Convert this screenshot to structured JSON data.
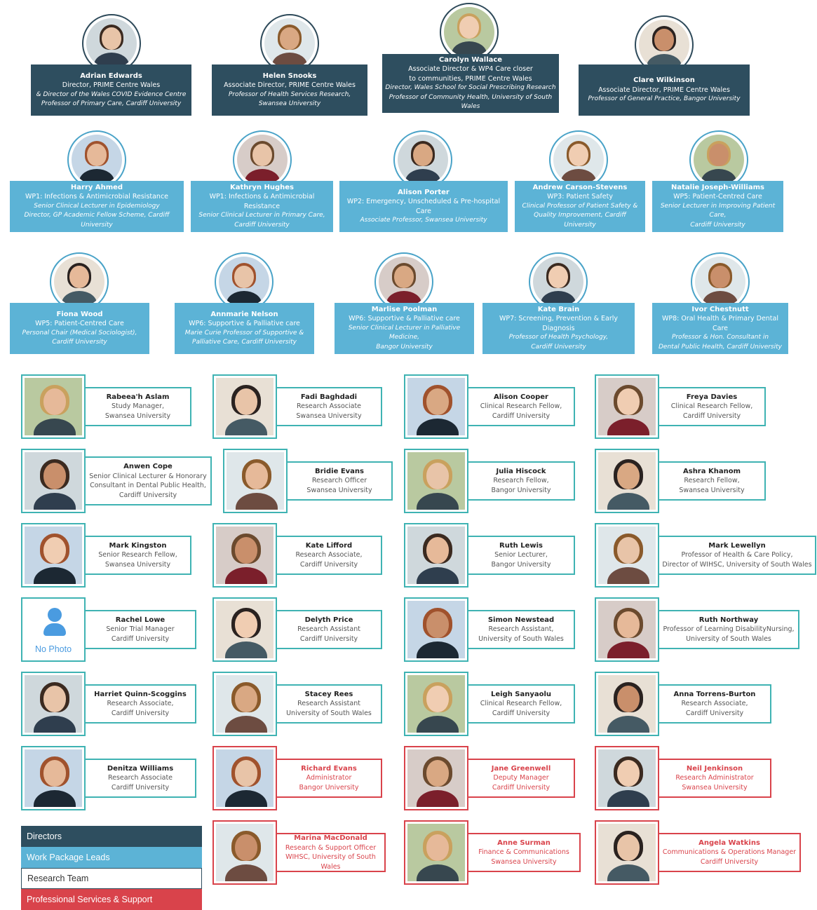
{
  "directors": [
    {
      "name": "Adrian Edwards",
      "lines": [
        "Director, PRIME Centre Wales"
      ],
      "italic": [
        "& Director of the Wales COVID Evidence Centre",
        "Professor of Primary Care, Cardiff University"
      ]
    },
    {
      "name": "Helen Snooks",
      "lines": [
        "Associate Director, PRIME Centre Wales"
      ],
      "italic": [
        "Professor of Health Services Research,",
        "Swansea University"
      ]
    },
    {
      "name": "Carolyn Wallace",
      "lines": [
        "Associate Director & WP4 Care closer",
        "to communities, PRIME Centre Wales"
      ],
      "italic": [
        "Director, Wales School for Social Prescribing Research",
        "Professor of Community Health, University of South Wales"
      ]
    },
    {
      "name": "Clare Wilkinson",
      "lines": [
        "Associate Director, PRIME Centre Wales"
      ],
      "italic": [
        "Professor of General Practice, Bangor University"
      ]
    }
  ],
  "wp_leads_row1": [
    {
      "name": "Harry Ahmed",
      "lines": [
        "WP1: Infections & Antimicrobial Resistance"
      ],
      "italic": [
        "Senior Clinical Lecturer in Epidemiology",
        "Director, GP Academic Fellow Scheme, Cardiff University"
      ]
    },
    {
      "name": "Kathryn Hughes",
      "lines": [
        "WP1: Infections & Antimicrobial Resistance"
      ],
      "italic": [
        "Senior Clinical Lecturer in Primary Care,",
        "Cardiff University"
      ]
    },
    {
      "name": "Alison Porter",
      "lines": [
        "WP2: Emergency, Unscheduled & Pre-hospital Care"
      ],
      "italic": [
        "Associate Professor, Swansea University"
      ]
    },
    {
      "name": "Andrew Carson-Stevens",
      "lines": [
        "WP3: Patient Safety"
      ],
      "italic": [
        "Clinical Professor of Patient Safety &",
        "Quality Improvement, Cardiff University"
      ]
    },
    {
      "name": "Natalie Joseph-Williams",
      "lines": [
        "WP5: Patient-Centred Care"
      ],
      "italic": [
        "Senior Lecturer in Improving Patient Care,",
        "Cardiff University"
      ]
    }
  ],
  "wp_leads_row2": [
    {
      "name": "Fiona Wood",
      "lines": [
        "WP5: Patient-Centred Care"
      ],
      "italic": [
        "Personal Chair (Medical Sociologist),",
        "Cardiff University"
      ]
    },
    {
      "name": "Annmarie Nelson",
      "lines": [
        "WP6: Supportive & Palliative care"
      ],
      "italic": [
        "Marie Curie Professor of Supportive &",
        "Palliative Care, Cardiff University"
      ]
    },
    {
      "name": "Marlise Poolman",
      "lines": [
        "WP6: Supportive & Palliative care"
      ],
      "italic": [
        "Senior Clinical Lecturer in Palliative Medicine,",
        "Bangor University"
      ]
    },
    {
      "name": "Kate Brain",
      "lines": [
        "WP7: Screening, Prevention & Early Diagnosis"
      ],
      "italic": [
        "Professor of Health Psychology,",
        "Cardiff University"
      ]
    },
    {
      "name": "Ivor Chestnutt",
      "lines": [
        "WP8: Oral Health & Primary Dental Care"
      ],
      "italic": [
        "Professor & Hon. Consultant in",
        "Dental Public Health, Cardiff University"
      ]
    }
  ],
  "team": [
    {
      "name": "Rabeea'h Aslam",
      "lines": [
        "Study Manager,",
        "Swansea University"
      ]
    },
    {
      "name": "Fadi Baghdadi",
      "lines": [
        "Research Associate",
        "Swansea University"
      ]
    },
    {
      "name": "Alison Cooper",
      "lines": [
        "Clinical Research Fellow,",
        "Cardiff University"
      ]
    },
    {
      "name": "Freya Davies",
      "lines": [
        "Clinical Research Fellow,",
        "Cardiff University"
      ]
    },
    {
      "name": "Anwen Cope",
      "lines": [
        "Senior Clinical Lecturer & Honorary",
        "Consultant in Dental Public Health,",
        "Cardiff University"
      ]
    },
    {
      "name": "Bridie Evans",
      "lines": [
        "Research Officer",
        "Swansea University"
      ]
    },
    {
      "name": "Julia Hiscock",
      "lines": [
        "Research Fellow,",
        "Bangor University"
      ]
    },
    {
      "name": "Ashra Khanom",
      "lines": [
        "Research Fellow,",
        "Swansea University"
      ]
    },
    {
      "name": "Mark Kingston",
      "lines": [
        "Senior Research Fellow,",
        "Swansea University"
      ]
    },
    {
      "name": "Kate Lifford",
      "lines": [
        "Research Associate,",
        "Cardiff University"
      ]
    },
    {
      "name": "Ruth Lewis",
      "lines": [
        "Senior Lecturer,",
        "Bangor University"
      ]
    },
    {
      "name": "Mark Lewellyn",
      "lines": [
        "Professor of Health & Care Policy,",
        "Director of WIHSC, University of South Wales"
      ]
    },
    {
      "name": "Rachel Lowe",
      "lines": [
        "Senior Trial Manager",
        "Cardiff University"
      ]
    },
    {
      "name": "Delyth Price",
      "lines": [
        "Research Assistant",
        "Cardiff University"
      ]
    },
    {
      "name": "Simon Newstead",
      "lines": [
        "Research Assistant,",
        "University of South Wales"
      ]
    },
    {
      "name": "Ruth Northway",
      "lines": [
        "Professor of Learning DisabilityNursing,",
        "University of South Wales"
      ]
    },
    {
      "name": "Harriet Quinn-Scoggins",
      "lines": [
        "Research Associate,",
        "Cardiff University"
      ]
    },
    {
      "name": "Stacey Rees",
      "lines": [
        "Research Assistant",
        "University of South Wales"
      ]
    },
    {
      "name": "Leigh Sanyaolu",
      "lines": [
        "Clinical Research Fellow,",
        "Cardiff University"
      ]
    },
    {
      "name": "Anna Torrens-Burton",
      "lines": [
        "Research Associate,",
        "Cardiff University"
      ]
    },
    {
      "name": "Denitza Williams",
      "lines": [
        "Research Associate",
        "Cardiff University"
      ]
    }
  ],
  "professional_services": [
    {
      "name": "Richard Evans",
      "lines": [
        "Administrator",
        "Bangor University"
      ]
    },
    {
      "name": "Jane Greenwell",
      "lines": [
        "Deputy Manager",
        "Cardiff University"
      ]
    },
    {
      "name": "Neil Jenkinson",
      "lines": [
        "Research Administrator",
        "Swansea University"
      ]
    },
    {
      "name": "Marina MacDonald",
      "lines": [
        "Research & Support Officer",
        "WIHSC, University of South Wales"
      ]
    },
    {
      "name": "Anne Surman",
      "lines": [
        "Finance & Communications",
        "Swansea University"
      ]
    },
    {
      "name": "Angela Watkins",
      "lines": [
        "Communications & Operations Manager",
        "Cardiff University"
      ]
    }
  ],
  "no_photo_label": "No Photo",
  "legend": [
    "Directors",
    "Work Package Leads",
    "Research Team",
    "Professional Services & Support"
  ],
  "colors": {
    "directors": "#2e4e5f",
    "wp_leads": "#5cb3d6",
    "research_team_border": "#3fb3b3",
    "professional_services": "#d9434b"
  }
}
